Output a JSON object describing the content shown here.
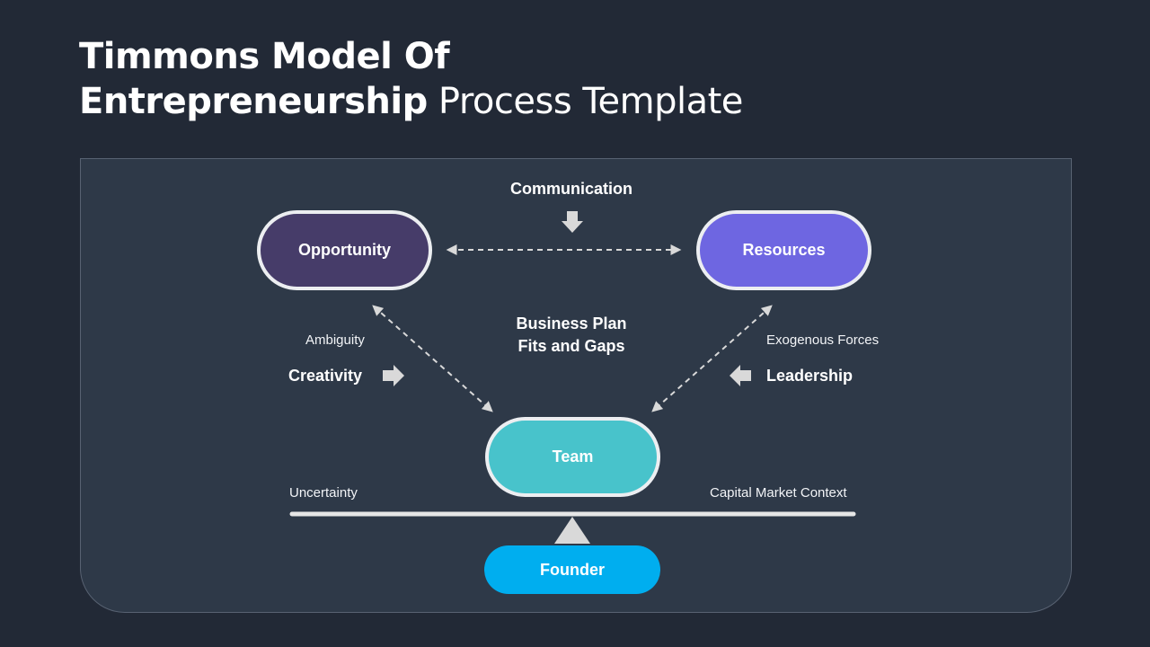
{
  "title": {
    "line1": "Timmons Model Of",
    "line2_bold": "Entrepreneurship",
    "line2_light": " Process Template"
  },
  "nodes": {
    "opportunity": "Opportunity",
    "resources": "Resources",
    "team": "Team",
    "founder": "Founder"
  },
  "labels": {
    "communication": "Communication",
    "business_plan_line1": "Business Plan",
    "business_plan_line2": "Fits and Gaps",
    "ambiguity": "Ambiguity",
    "creativity": "Creativity",
    "exogenous_forces": "Exogenous Forces",
    "leadership": "Leadership",
    "uncertainty": "Uncertainty",
    "capital_market_context": "Capital Market Context"
  },
  "colors": {
    "background": "#222936",
    "panel": "#2e3948",
    "opportunity": "#463c69",
    "resources": "#6e66e1",
    "team": "#48c3cb",
    "founder": "#00aeef",
    "arrow": "#d9d9d9"
  },
  "icons": [
    "arrow-down-icon",
    "arrow-right-icon",
    "arrow-left-icon",
    "fulcrum-triangle-icon"
  ]
}
